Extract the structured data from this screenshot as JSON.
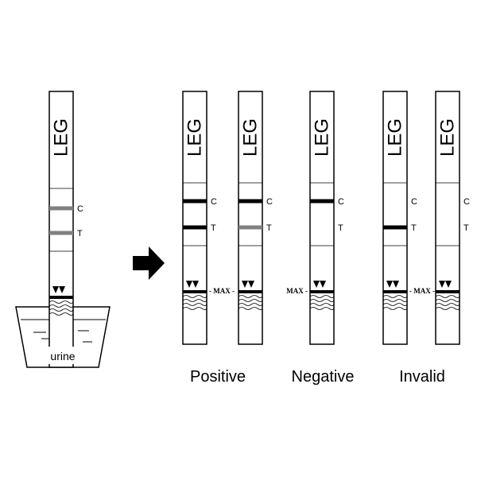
{
  "strips": [
    {
      "id": "dipped",
      "label": "LEG",
      "control_line": "gray",
      "test_line": "gray",
      "c_label": "C",
      "t_label": "T",
      "max_label": "",
      "max_side": "none"
    },
    {
      "id": "positive-1",
      "label": "LEG",
      "control_line": "black",
      "test_line": "black",
      "c_label": "C",
      "t_label": "T",
      "max_label": "MAX",
      "max_side": "right"
    },
    {
      "id": "positive-2",
      "label": "LEG",
      "control_line": "black",
      "test_line": "gray",
      "c_label": "C",
      "t_label": "T",
      "max_label": "",
      "max_side": "none"
    },
    {
      "id": "negative",
      "label": "LEG",
      "control_line": "black",
      "test_line": "none",
      "c_label": "C",
      "t_label": "T",
      "max_label": "MAX",
      "max_side": "left"
    },
    {
      "id": "invalid-1",
      "label": "LEG",
      "control_line": "none",
      "test_line": "black",
      "c_label": "C",
      "t_label": "T",
      "max_label": "MAX",
      "max_side": "right"
    },
    {
      "id": "invalid-2",
      "label": "LEG",
      "control_line": "none",
      "test_line": "none",
      "c_label": "C",
      "t_label": "T",
      "max_label": "",
      "max_side": "none"
    }
  ],
  "captions": {
    "positive": "Positive",
    "negative": "Negative",
    "invalid": "Invalid"
  },
  "cup": {
    "label": "urine"
  },
  "colors": {
    "black_line": "#000000",
    "gray_line": "#808080",
    "outline": "#000000"
  }
}
